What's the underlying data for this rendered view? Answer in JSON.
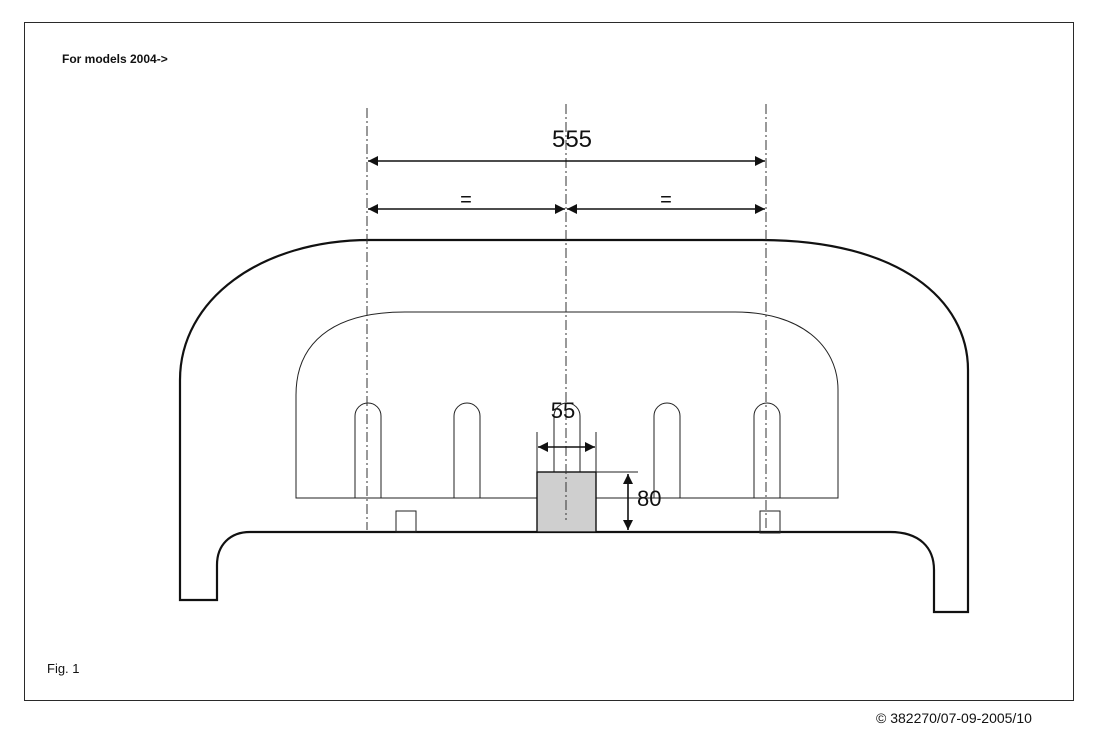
{
  "header": {
    "models_note": "For models 2004->"
  },
  "figure": {
    "label": "Fig. 1"
  },
  "footer": {
    "copyright": "© 382270/07-09-2005/10"
  },
  "dimensions": {
    "overall_span": "555",
    "left_half": "=",
    "right_half": "=",
    "block_width": "55",
    "block_height": "80"
  },
  "colors": {
    "line": "#111111",
    "block_fill": "#cfcfcf"
  }
}
